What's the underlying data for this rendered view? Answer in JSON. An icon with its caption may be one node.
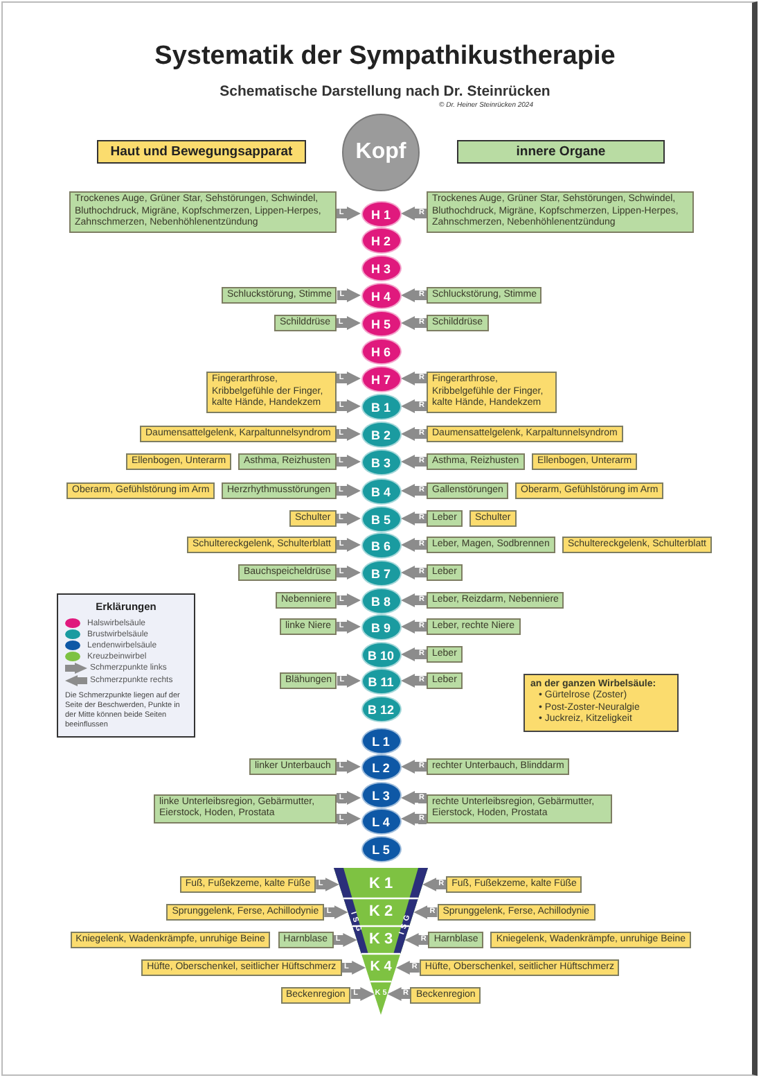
{
  "diagram": {
    "title": "Systematik der Sympathikustherapie",
    "nodes": [
      {
        "text": [
          "Haut und Bewegungsapparat"
        ]
      },
      {
        "text": [
          "Kopf"
        ]
      },
      {
        "text": [
          "innere Organe"
        ]
      },
      {
        "text": [
          "Trockenes Auge, Grüner Star, Sehstörungen, Schwindel, Bluthochdruck, Migräne, Kopfschmerzen, Lippen-Herpes, Zahnschmerzen, Nebenhöhlenentzündung"
        ]
      },
      {
        "text": [
          "H 1"
        ]
      },
      {
        "text": [
          "Trockenes Auge, Grüner Star, Sehstörungen, Schwindel, Bluthochdruck, Migräne, Kopfschmerzen, Lippen-Herpes, Zahnschmerzen, Nebenhöhlenentzündung"
        ]
      },
      {
        "text": [
          "H 2"
        ]
      },
      {
        "text": [
          "H 3"
        ]
      },
      {
        "text": [
          "Schluckstörung, Stimme"
        ]
      },
      {
        "text": [
          "H 4"
        ]
      },
      {
        "text": [
          "Schluckstörung, Stimme"
        ]
      },
      {
        "text": [
          "Schilddrüse"
        ]
      },
      {
        "text": [
          "H 5"
        ]
      },
      {
        "text": [
          "Schilddrüse"
        ]
      },
      {
        "text": [
          "H 6"
        ]
      },
      {
        "text": [
          "Fingerarthrose, Kribbelgefühle der Finger, kalte Hände, Handekzem"
        ]
      },
      {
        "text": [
          "H 7"
        ]
      },
      {
        "text": [
          "Fingerarthrose, Kribbelgefühle der Finger, kalte Hände, Handekzem"
        ]
      },
      {
        "text": [
          "B 1"
        ]
      },
      {
        "text": [
          "Daumensattelgelenk, Karpaltunnelsyndrom"
        ]
      },
      {
        "text": [
          "B 2"
        ]
      },
      {
        "text": [
          "Daumensattelgelenk, Karpaltunnelsyndrom"
        ]
      },
      {
        "text": [
          "Ellenbogen, Unterarm"
        ]
      },
      {
        "text": [
          "Asthma, Reizhusten"
        ]
      },
      {
        "text": [
          "B 3"
        ]
      },
      {
        "text": [
          "Asthma, Reizhusten"
        ]
      },
      {
        "text": [
          "Ellenbogen, Unterarm"
        ]
      },
      {
        "text": [
          "Oberarm, Gefühlstörung im Arm"
        ]
      },
      {
        "text": [
          "Herzrhythmusstörungen"
        ]
      },
      {
        "text": [
          "B 4"
        ]
      },
      {
        "text": [
          "Gallenstörungen"
        ]
      },
      {
        "text": [
          "Oberarm, Gefühlstörung im Arm"
        ]
      },
      {
        "text": [
          "Schulter"
        ]
      },
      {
        "text": [
          "B 5"
        ]
      },
      {
        "text": [
          "Leber"
        ]
      },
      {
        "text": [
          "Schulter"
        ]
      },
      {
        "text": [
          "Schultereckgelenk, Schulterblatt"
        ]
      },
      {
        "text": [
          "B 6"
        ]
      },
      {
        "text": [
          "Leber, Magen, Sodbrennen"
        ]
      },
      {
        "text": [
          "Schultereckgelenk, Schulterblatt"
        ]
      },
      {
        "text": [
          "Bauchspeicheldrüse"
        ]
      },
      {
        "text": [
          "B 7"
        ]
      },
      {
        "text": [
          "Leber"
        ]
      },
      {
        "text": [
          "Nebenniere"
        ]
      },
      {
        "text": [
          "B 8"
        ]
      },
      {
        "text": [
          "Leber, Reizdarm, Nebenniere"
        ]
      },
      {
        "text": [
          "linke Niere"
        ]
      },
      {
        "text": [
          "B 9"
        ]
      },
      {
        "text": [
          "Leber, rechte Niere"
        ]
      },
      {
        "text": [
          "B 10"
        ]
      },
      {
        "text": [
          "Leber"
        ]
      },
      {
        "text": [
          "Blähungen"
        ]
      },
      {
        "text": [
          "B 11"
        ]
      },
      {
        "text": [
          "Leber"
        ]
      },
      {
        "text": [
          "B 12"
        ]
      },
      {
        "text": [
          "L 1"
        ]
      },
      {
        "text": [
          "linker Unterbauch"
        ]
      },
      {
        "text": [
          "L 2"
        ]
      },
      {
        "text": [
          "rechter Unterbauch, Blinddarm"
        ]
      },
      {
        "text": [
          "linke Unterleibsregion, Gebärmutter, Eierstock, Hoden, Prostata"
        ]
      },
      {
        "text": [
          "L 3"
        ]
      },
      {
        "text": [
          "rechte Unterleibsregion, Gebärmutter, Eierstock, Hoden, Prostata"
        ]
      },
      {
        "text": [
          "L 4"
        ]
      },
      {
        "text": [
          "L 5"
        ]
      },
      {
        "text": [],
        "shape": "triangle"
      },
      {
        "text": [
          "Fuß, Fußekzeme, kalte Füße"
        ]
      },
      {
        "text": [
          "K 1"
        ],
        "in": 64
      },
      {
        "text": [
          "Fuß, Fußekzeme, kalte Füße"
        ]
      },
      {
        "text": [
          "Sprunggelenk, Ferse, Achillodynie"
        ]
      },
      {
        "text": [
          "K 2"
        ],
        "in": 64
      },
      {
        "text": [
          "Sprunggelenk, Ferse, Achillodynie"
        ]
      },
      {
        "text": [
          "Kniegelenk, Wadenkrämpfe, unruhige Beine"
        ]
      },
      {
        "text": [
          "Harnblase"
        ]
      },
      {
        "text": [
          "K 3"
        ],
        "in": 64
      },
      {
        "text": [
          "Harnblase"
        ]
      },
      {
        "text": [
          "Kniegelenk, Wadenkrämpfe, unruhige Beine"
        ]
      },
      {
        "text": [
          "Hüfte, Oberschenkel, seitlicher Hüftschmerz"
        ]
      },
      {
        "text": [
          "K 4"
        ],
        "in": 64
      },
      {
        "text": [
          "Hüfte, Oberschenkel, seitlicher Hüftschmerz"
        ]
      },
      {
        "text": [
          "Beckenregion"
        ]
      },
      {
        "text": [
          "K 5"
        ],
        "in": 64
      },
      {
        "text": [
          "Beckenregion"
        ]
      },
      {
        "text": [
          "Erklärungen",
          "Die Schmerzpunkte liegen auf der Seite der Beschwerden, Punkte in der Mitte können beide Seiten beeinflussen"
        ]
      },
      {
        "text": [
          "an der ganzen Wirbelsäule:",
          "• Gürtelrose (Zoster)",
          "• Post-Zoster-Neuralgie",
          "• Juckreiz, Kitzeligkeit"
        ]
      }
    ],
    "edges": [
      {
        "from": 3,
        "to": 4,
        "arrow": "to",
        "label": "L"
      },
      {
        "from": 5,
        "to": 4,
        "arrow": "to",
        "label": "R"
      },
      {
        "from": 8,
        "to": 9,
        "arrow": "to",
        "label": "L"
      },
      {
        "from": 10,
        "to": 9,
        "arrow": "to",
        "label": "R"
      },
      {
        "from": 11,
        "to": 12,
        "arrow": "to",
        "label": "L"
      },
      {
        "from": 13,
        "to": 12,
        "arrow": "to",
        "label": "R"
      },
      {
        "from": 15,
        "to": 16,
        "arrow": "to",
        "label": "L"
      },
      {
        "from": 15,
        "to": 18,
        "arrow": "to",
        "label": "L"
      },
      {
        "from": 17,
        "to": 16,
        "arrow": "to",
        "label": "R"
      },
      {
        "from": 17,
        "to": 18,
        "arrow": "to",
        "label": "R"
      },
      {
        "from": 19,
        "to": 20,
        "arrow": "to",
        "label": "L"
      },
      {
        "from": 21,
        "to": 20,
        "arrow": "to",
        "label": "R"
      },
      {
        "from": 23,
        "to": 24,
        "arrow": "to",
        "label": "L"
      },
      {
        "from": 25,
        "to": 24,
        "arrow": "to",
        "label": "R"
      },
      {
        "from": 28,
        "to": 29,
        "arrow": "to",
        "label": "L"
      },
      {
        "from": 30,
        "to": 29,
        "arrow": "to",
        "label": "R"
      },
      {
        "from": 32,
        "to": 33,
        "arrow": "to",
        "label": "L"
      },
      {
        "from": 34,
        "to": 33,
        "arrow": "to",
        "label": "R"
      },
      {
        "from": 36,
        "to": 37,
        "arrow": "to",
        "label": "L"
      },
      {
        "from": 38,
        "to": 37,
        "arrow": "to",
        "label": "R"
      },
      {
        "from": 40,
        "to": 41,
        "arrow": "to",
        "label": "L"
      },
      {
        "from": 42,
        "to": 41,
        "arrow": "to",
        "label": "R"
      },
      {
        "from": 43,
        "to": 44,
        "arrow": "to",
        "label": "L"
      },
      {
        "from": 45,
        "to": 44,
        "arrow": "to",
        "label": "R"
      },
      {
        "from": 46,
        "to": 47,
        "arrow": "to",
        "label": "L"
      },
      {
        "from": 48,
        "to": 47,
        "arrow": "to",
        "label": "R"
      },
      {
        "from": 50,
        "to": 49,
        "arrow": "to",
        "label": "R"
      },
      {
        "from": 51,
        "to": 52,
        "arrow": "to",
        "label": "L"
      },
      {
        "from": 53,
        "to": 52,
        "arrow": "to",
        "label": "R"
      },
      {
        "from": 56,
        "to": 57,
        "arrow": "to",
        "label": "L"
      },
      {
        "from": 58,
        "to": 57,
        "arrow": "to",
        "label": "R"
      },
      {
        "from": 59,
        "to": 60,
        "arrow": "to",
        "label": "L"
      },
      {
        "from": 59,
        "to": 62,
        "arrow": "to",
        "label": "L"
      },
      {
        "from": 61,
        "to": 60,
        "arrow": "to",
        "label": "R"
      },
      {
        "from": 61,
        "to": 62,
        "arrow": "to",
        "label": "R"
      },
      {
        "from": 65,
        "to": 66,
        "arrow": "to",
        "label": "L"
      },
      {
        "from": 67,
        "to": 66,
        "arrow": "to",
        "label": "R"
      },
      {
        "from": 68,
        "to": 69,
        "arrow": "to",
        "label": "L"
      },
      {
        "from": 70,
        "to": 69,
        "arrow": "to",
        "label": "R"
      },
      {
        "from": 72,
        "to": 73,
        "arrow": "to",
        "label": "L"
      },
      {
        "from": 74,
        "to": 73,
        "arrow": "to",
        "label": "R"
      },
      {
        "from": 76,
        "to": 77,
        "arrow": "to",
        "label": "L"
      },
      {
        "from": 78,
        "to": 77,
        "arrow": "to",
        "label": "R"
      },
      {
        "from": 79,
        "to": 80,
        "arrow": "to",
        "label": "L"
      },
      {
        "from": 81,
        "to": 80,
        "arrow": "to",
        "label": "R"
      }
    ],
    "labels": [
      "Schematische Darstellung nach Dr. Steinrücken",
      "© Dr. Heiner Steinrücken 2024",
      "ISG",
      "ISG"
    ],
    "legend": [
      {
        "text": "Halswirbelsäule",
        "color": "#e0197d"
      },
      {
        "text": "Brustwirbelsäule",
        "color": "#1a9ba0"
      },
      {
        "text": "Lendenwirbelsäule",
        "color": "#0e58a6"
      },
      {
        "text": "Kreuzbeinwirbel",
        "color": "#7ec242"
      },
      {
        "text": "Schmerzpunkte links"
      },
      {
        "text": "Schmerzpunkte rechts"
      }
    ]
  }
}
